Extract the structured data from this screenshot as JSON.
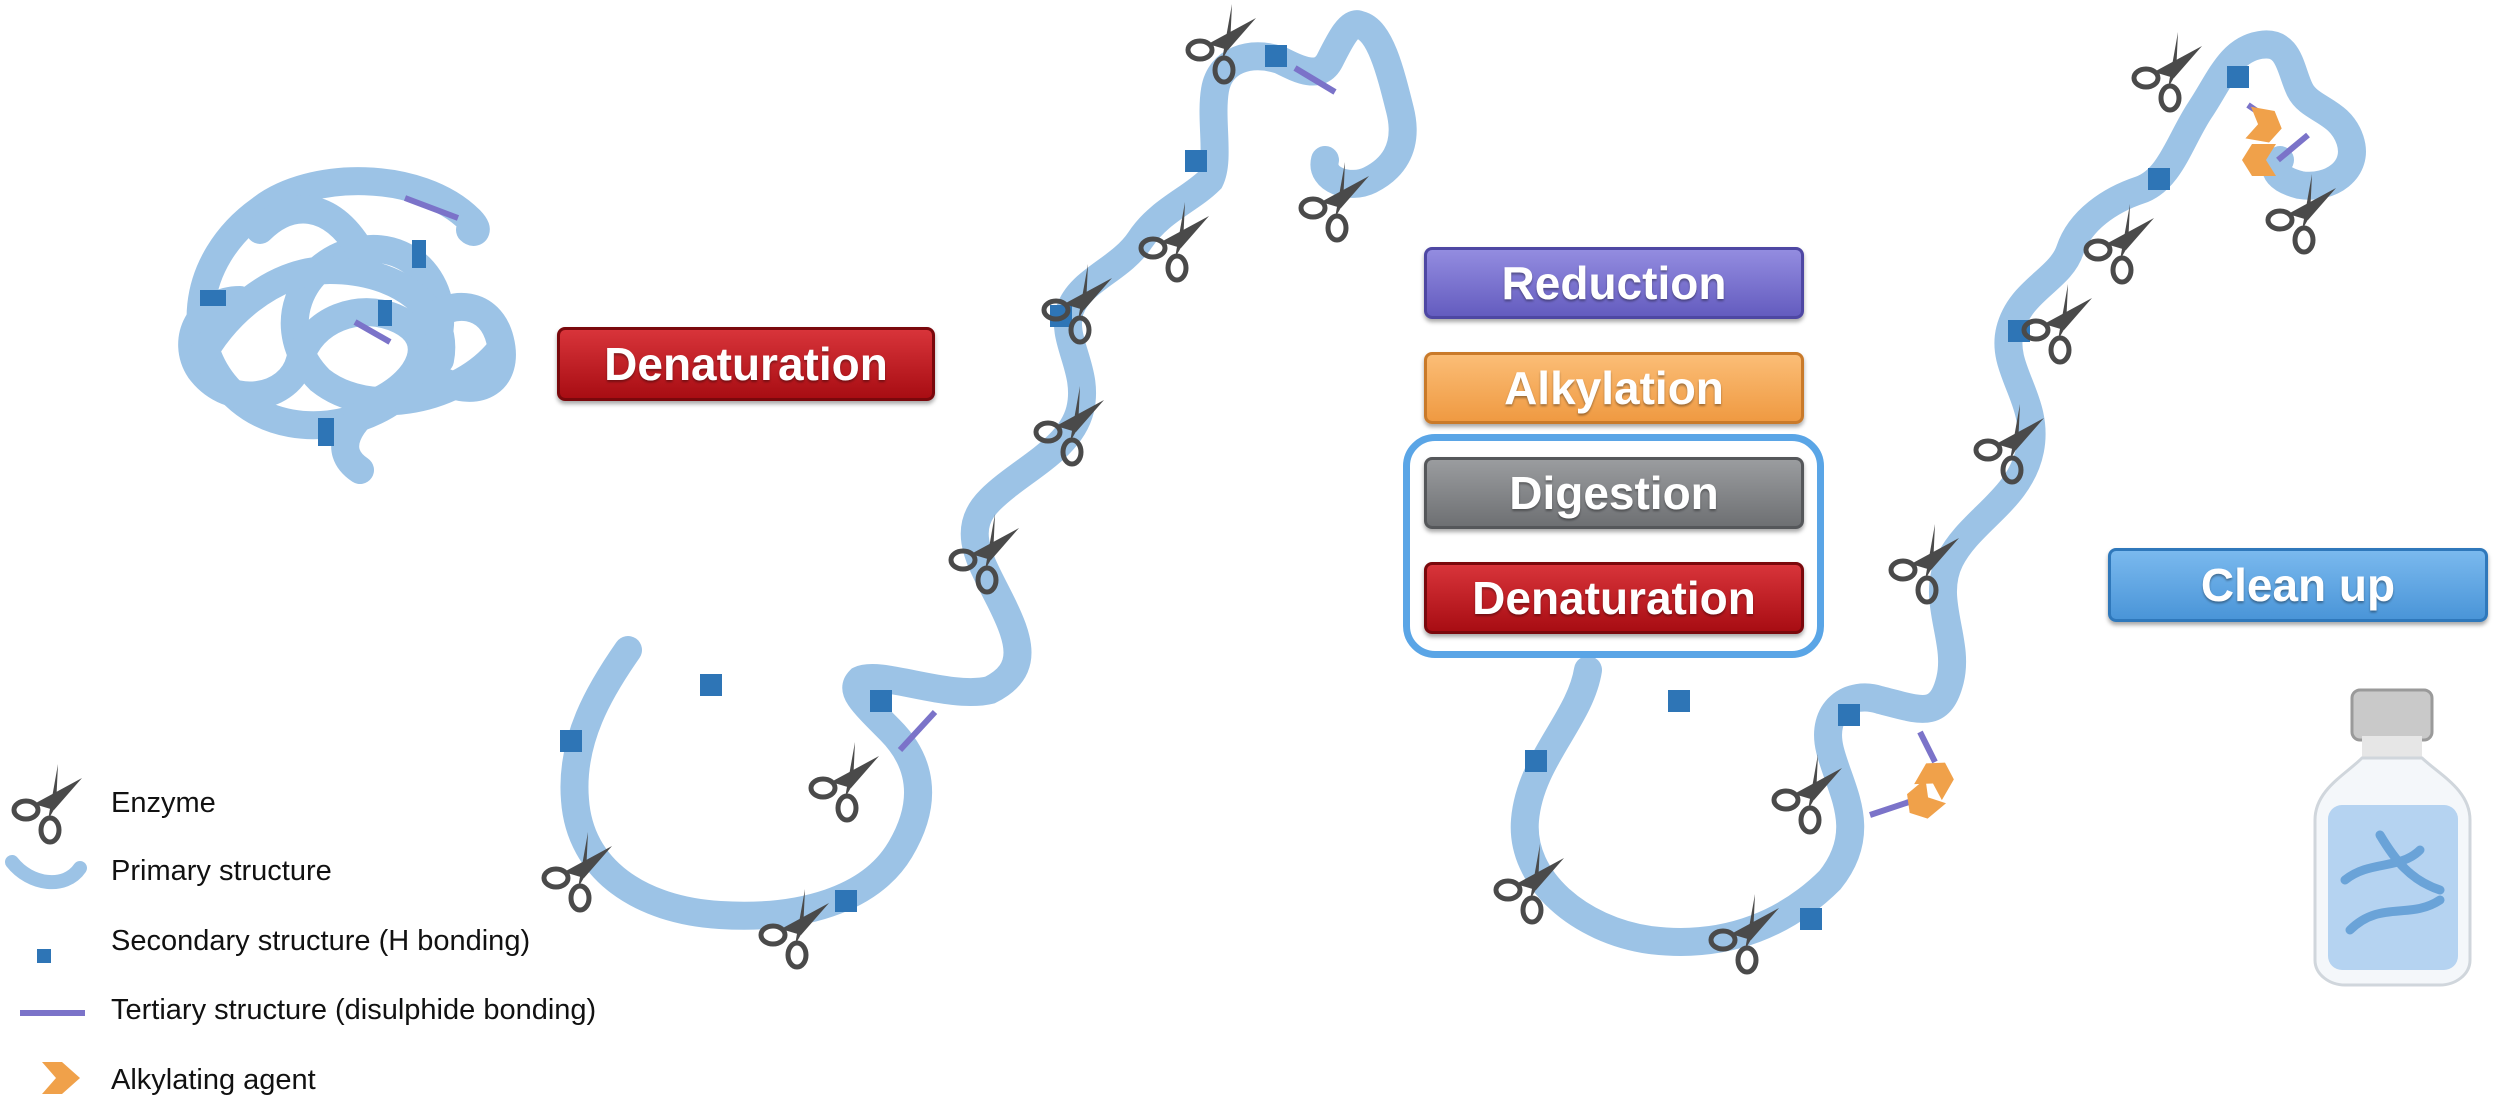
{
  "steps": {
    "denaturation_left": "Denaturation",
    "reduction": "Reduction",
    "alkylation": "Alkylation",
    "digestion": "Digestion",
    "denaturation_right": "Denaturation",
    "clean_up": "Clean up"
  },
  "legend": {
    "enzyme": "Enzyme",
    "primary": "Primary structure",
    "secondary": "Secondary structure (H bonding)",
    "tertiary": "Tertiary structure (disulphide bonding)",
    "alkylating": "Alkylating agent"
  },
  "colors": {
    "chain": "#9cc3e6",
    "secondary": "#2e75b6",
    "tertiary": "#7b73c9",
    "alkylating": "#f0a14a",
    "denaturation": "#c0151b",
    "reduction": "#7a73cf",
    "alkylation": "#f7a957",
    "digestion": "#808285",
    "clean_up": "#5aa5e6",
    "scissors": "#4a4a4a"
  },
  "icons": [
    "scissors-icon",
    "chain-icon",
    "square-icon",
    "line-icon",
    "chevron-icon",
    "vial-icon"
  ]
}
